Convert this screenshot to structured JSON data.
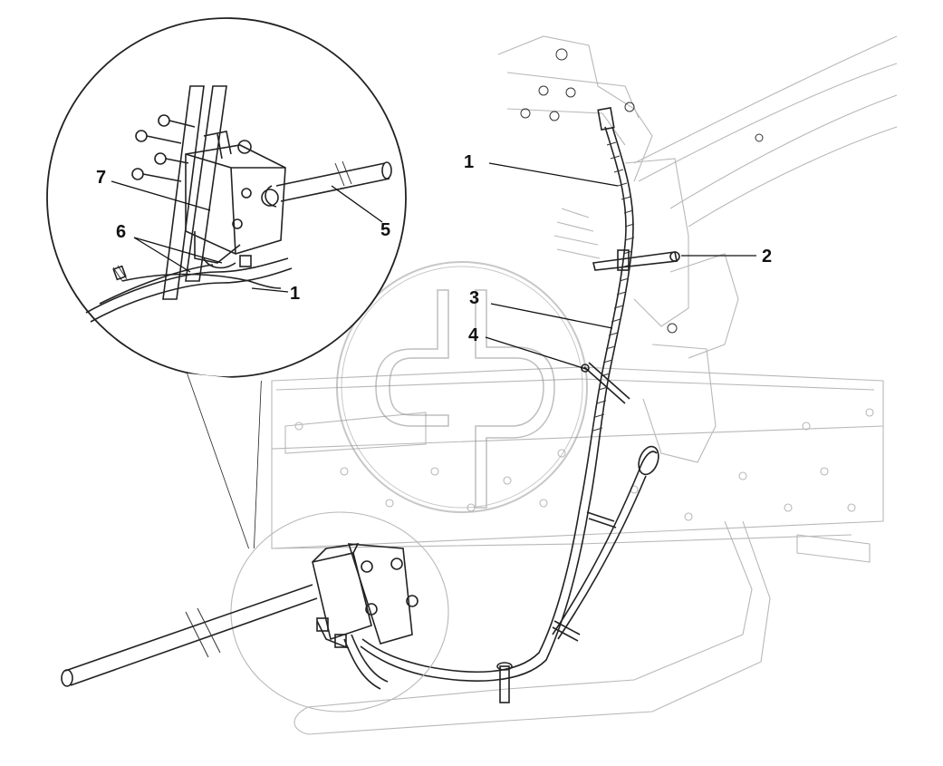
{
  "diagram": {
    "callouts": {
      "main_1": "1",
      "main_2": "2",
      "main_3": "3",
      "main_4": "4",
      "detail_1": "1",
      "detail_5": "5",
      "detail_6": "6",
      "detail_7": "7"
    },
    "colors": {
      "line": "#222222",
      "faint": "#b8b8b8",
      "watermark": "#9a9a9a",
      "background": "#ffffff"
    }
  }
}
